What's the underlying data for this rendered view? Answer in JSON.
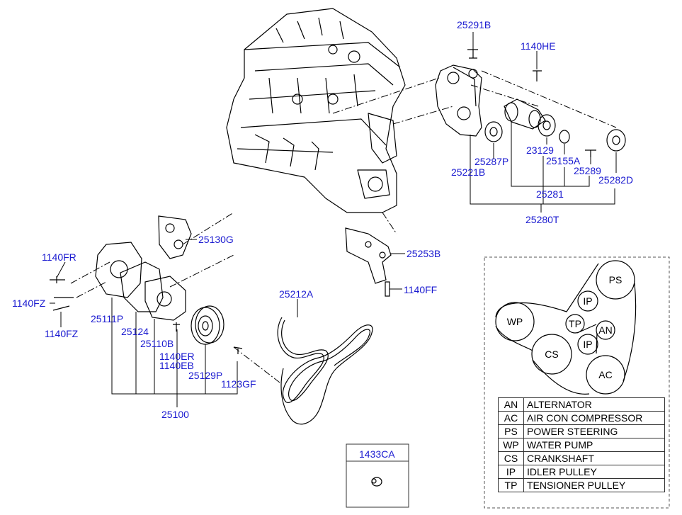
{
  "parts": [
    {
      "id": "p25291B",
      "label": "25291B"
    },
    {
      "id": "p1140HE",
      "label": "1140HE"
    },
    {
      "id": "p25287P",
      "label": "25287P"
    },
    {
      "id": "p23129",
      "label": "23129"
    },
    {
      "id": "p25155A",
      "label": "25155A"
    },
    {
      "id": "p25289",
      "label": "25289"
    },
    {
      "id": "p25221B",
      "label": "25221B"
    },
    {
      "id": "p25282D",
      "label": "25282D"
    },
    {
      "id": "p25281",
      "label": "25281"
    },
    {
      "id": "p25280T",
      "label": "25280T"
    },
    {
      "id": "p25130G",
      "label": "25130G"
    },
    {
      "id": "p25253B",
      "label": "25253B"
    },
    {
      "id": "p1140FR",
      "label": "1140FR"
    },
    {
      "id": "p1140FZa",
      "label": "1140FZ"
    },
    {
      "id": "p1140FZb",
      "label": "1140FZ"
    },
    {
      "id": "p25111P",
      "label": "25111P"
    },
    {
      "id": "p25124",
      "label": "25124"
    },
    {
      "id": "p25110B",
      "label": "25110B"
    },
    {
      "id": "p1140ER",
      "label": "1140ER"
    },
    {
      "id": "p1140EB",
      "label": "1140EB"
    },
    {
      "id": "p25129P",
      "label": "25129P"
    },
    {
      "id": "p1123GF",
      "label": "1123GF"
    },
    {
      "id": "p25100",
      "label": "25100"
    },
    {
      "id": "p25212A",
      "label": "25212A"
    },
    {
      "id": "p1140FF",
      "label": "1140FF"
    },
    {
      "id": "p1433CA",
      "label": "1433CA"
    }
  ],
  "belt_routing": {
    "pulleys": [
      {
        "abbr": "PS"
      },
      {
        "abbr": "IP"
      },
      {
        "abbr": "WP"
      },
      {
        "abbr": "TP"
      },
      {
        "abbr": "AN"
      },
      {
        "abbr": "IP"
      },
      {
        "abbr": "CS"
      },
      {
        "abbr": "AC"
      }
    ],
    "legend": [
      {
        "abbr": "AN",
        "desc": "ALTERNATOR"
      },
      {
        "abbr": "AC",
        "desc": "AIR CON COMPRESSOR"
      },
      {
        "abbr": "PS",
        "desc": "POWER STEERING"
      },
      {
        "abbr": "WP",
        "desc": "WATER PUMP"
      },
      {
        "abbr": "CS",
        "desc": "CRANKSHAFT"
      },
      {
        "abbr": "IP",
        "desc": "IDLER PULLEY"
      },
      {
        "abbr": "TP",
        "desc": "TENSIONER PULLEY"
      }
    ]
  },
  "colors": {
    "label": "#1a1ad0",
    "line": "#000000"
  }
}
